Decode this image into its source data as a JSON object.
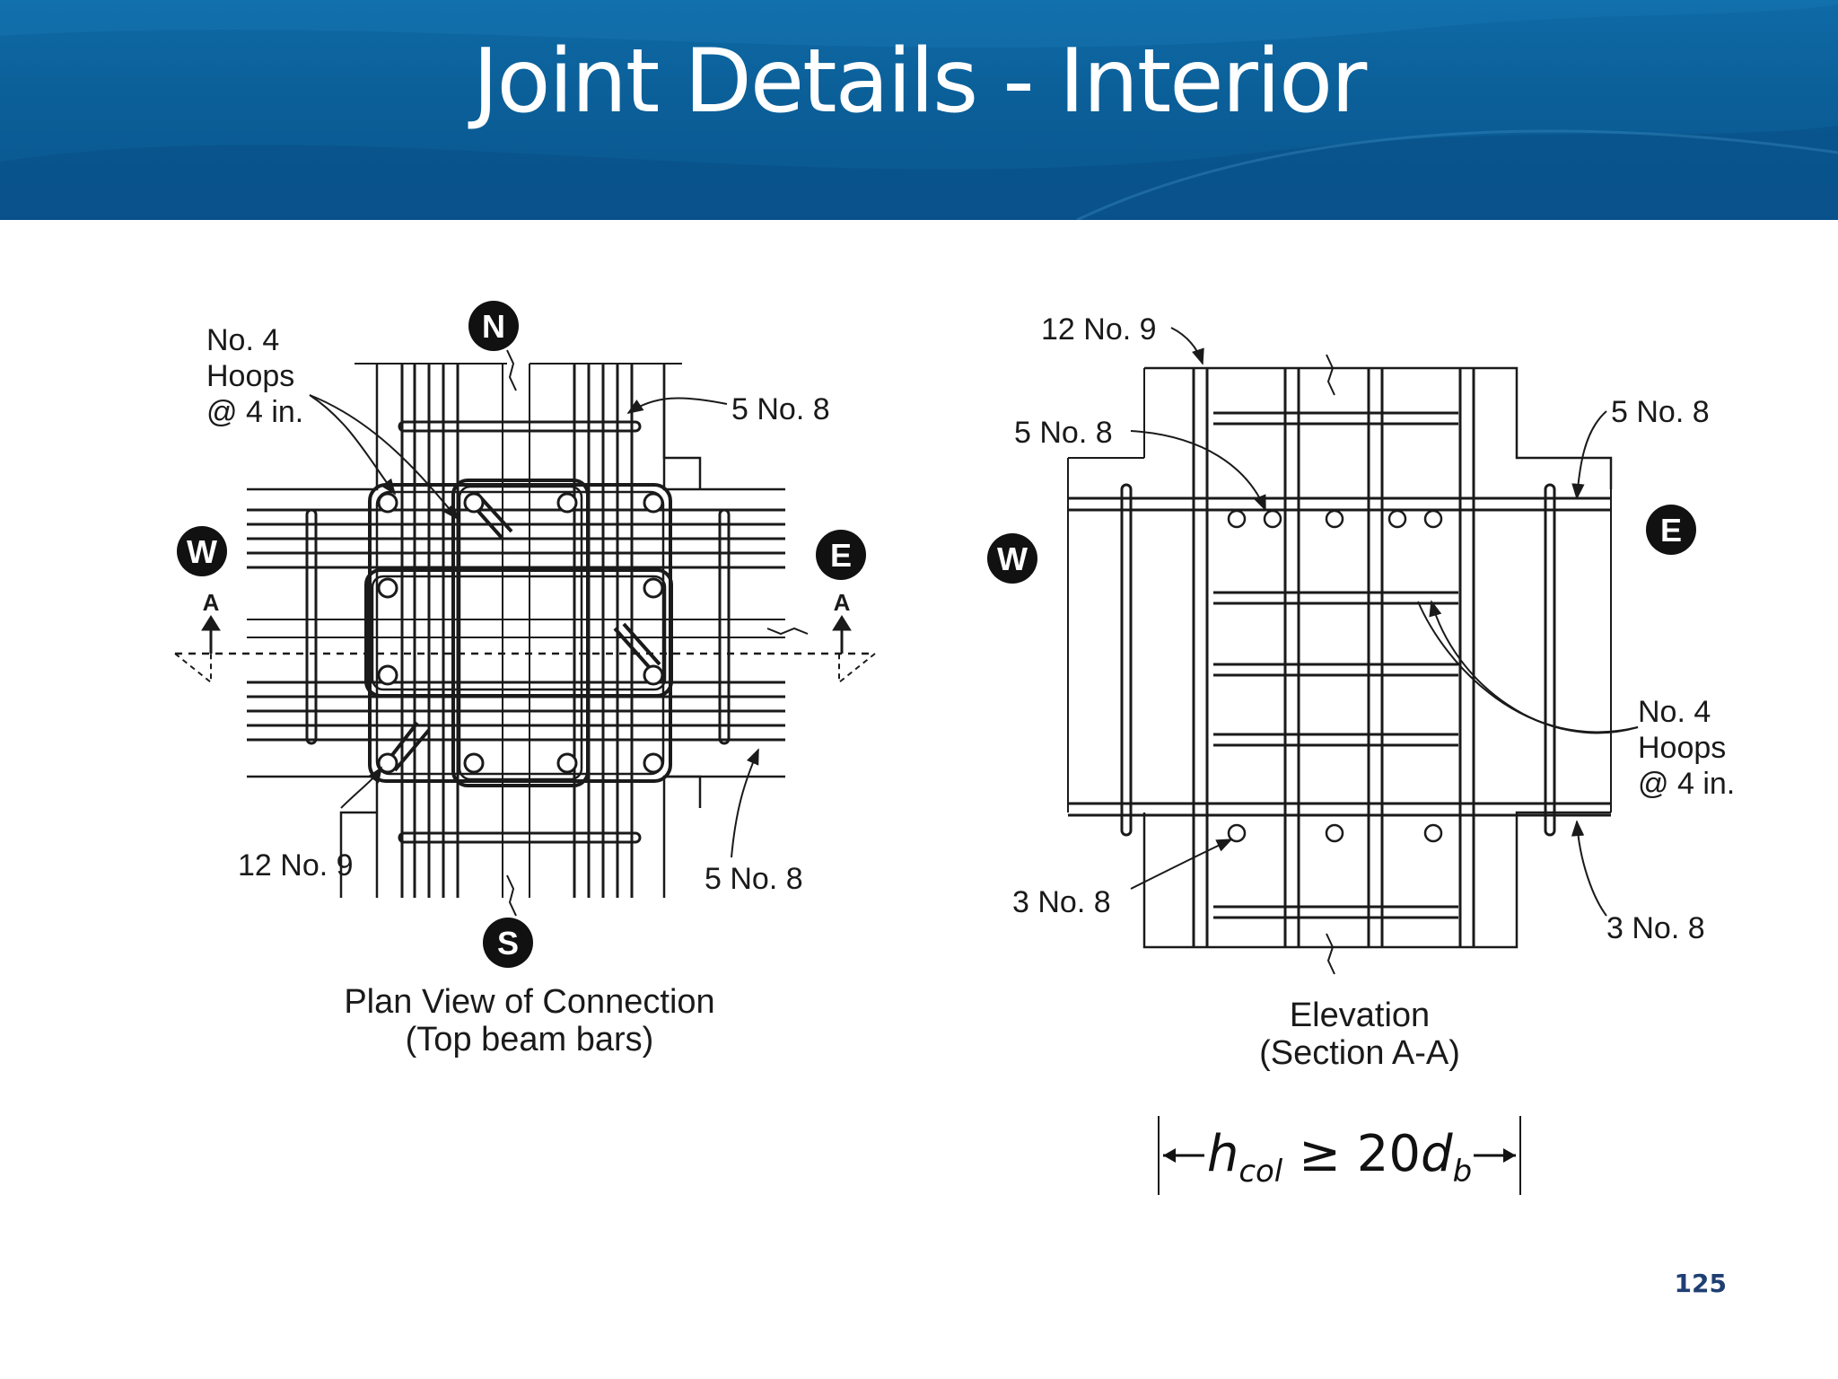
{
  "slide": {
    "title": "Joint Details - Interior",
    "page_number": "125"
  },
  "plan_view": {
    "compass": {
      "north": "N",
      "south": "S",
      "west": "W",
      "east": "E"
    },
    "section_marks": [
      "A",
      "A"
    ],
    "callouts": {
      "hoops": [
        "No. 4",
        "Hoops",
        "@ 4 in."
      ],
      "north_bars": "5 No. 8",
      "south_bars": "5 No. 8",
      "column_bars": "12 No. 9"
    },
    "caption": [
      "Plan View of Connection",
      "(Top beam bars)"
    ]
  },
  "elevation_view": {
    "compass": {
      "west": "W",
      "east": "E"
    },
    "callouts": {
      "column_bars": "12 No. 9",
      "top_left_bars": "5 No. 8",
      "top_right_bars": "5 No. 8",
      "hoops": [
        "No. 4",
        "Hoops",
        "@ 4 in."
      ],
      "bottom_left_bars": "3 No. 8",
      "bottom_right_bars": "3 No. 8"
    },
    "caption": [
      "Elevation",
      "(Section A-A)"
    ]
  },
  "formula": {
    "h": "h",
    "h_sub": "col",
    "relation": " ≥ 20",
    "d": "d",
    "d_sub": "b"
  },
  "colors": {
    "header_blue": "#0b5f98",
    "ink": "#1a1a1a",
    "page_number": "#1f3f73"
  }
}
